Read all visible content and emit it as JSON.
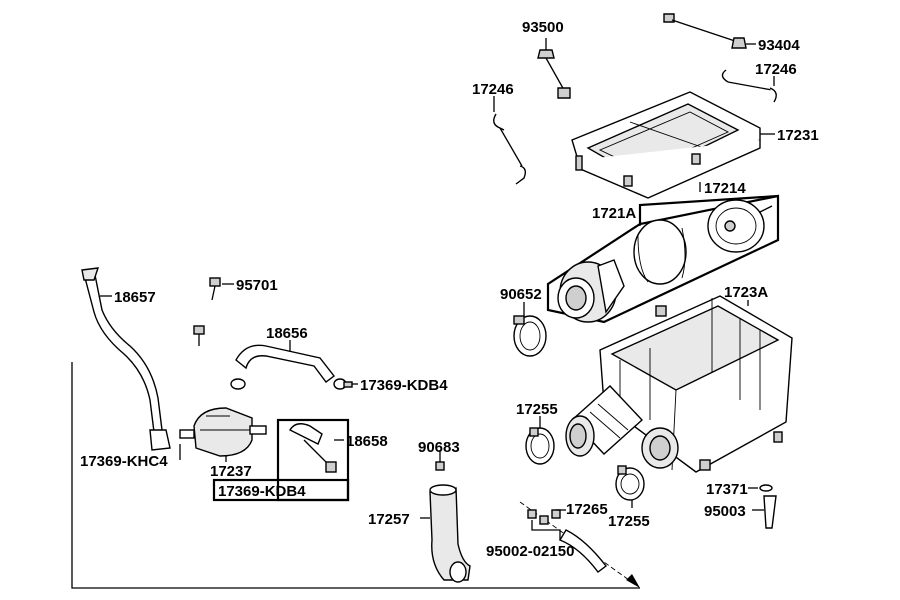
{
  "diagram": {
    "labels": {
      "p93500": "93500",
      "p93404": "93404",
      "p17246_left": "17246",
      "p17246_right": "17246",
      "p17231": "17231",
      "p17214": "17214",
      "p1721A": "1721A",
      "p90652": "90652",
      "p1723A": "1723A",
      "p18657": "18657",
      "p95701": "95701",
      "p18656": "18656",
      "p17369_KDB4_top": "17369-KDB4",
      "p17255_left": "17255",
      "p17255_right": "17255",
      "p18658": "18658",
      "p90683": "90683",
      "p17369_KHC4": "17369-KHC4",
      "p17237": "17237",
      "p17369_KDB4_boxed": "17369-KDB4",
      "p17371": "17371",
      "p17265": "17265",
      "p95003": "95003",
      "p17257": "17257",
      "p95002_02150": "95002-02150"
    }
  }
}
